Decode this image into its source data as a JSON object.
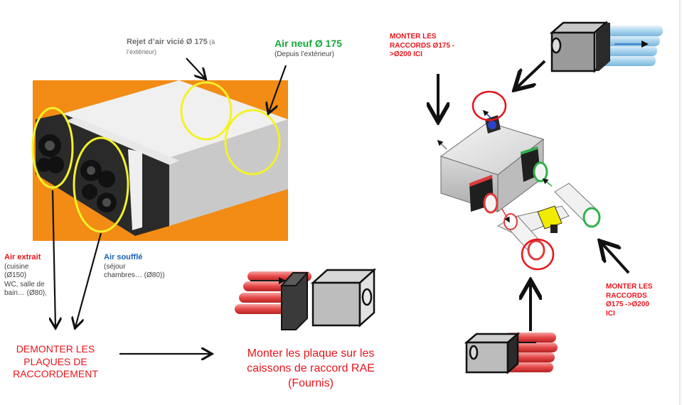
{
  "labels": {
    "rejet_title": "Rejet d’air vicié Ø 175",
    "rejet_sub_a": " (à",
    "rejet_sub_b": "l’extérieur)",
    "air_neuf_title": "Air neuf Ø 175",
    "air_neuf_sub": "(Depuis l’extérieur)",
    "air_extrait_title": "Air extrait",
    "air_extrait_lines": [
      "(cuisine",
      "(Ø150)",
      "WC, salle de",
      "bain… (Ø80),"
    ],
    "air_souffle_title": "Air soufflé",
    "air_souffle_lines": [
      "(séjour",
      "chambres… (Ø80))"
    ],
    "demonter_lines": [
      "DEMONTER LES",
      "PLAQUES DE",
      "RACCORDEMENT"
    ],
    "monter_plaque_lines": [
      "Monter les plaque sur les",
      "caissons de raccord RAE",
      "(Fournis)"
    ],
    "monter_top_lines": [
      "MONTER LES",
      "RACCORDS Ø175 -",
      ">Ø200 ICI"
    ],
    "monter_right_lines": [
      "MONTER LES",
      "RACCORDS",
      "Ø175 ->Ø200",
      "ICI"
    ]
  },
  "colors": {
    "red": "#e8141b",
    "green": "#16a83a",
    "blue": "#1a63b6",
    "grey_text": "#6f6f6f",
    "orange_bg": "#f28c14",
    "highlight_circle_yellow": "#f2f22a",
    "highlight_circle_red": "#e8141b"
  },
  "icons": {
    "photo": "ventilation-unit-photo",
    "adapter": "duct-adapter-box-icon",
    "assembly": "ventilation-assembly-3d-icon"
  }
}
